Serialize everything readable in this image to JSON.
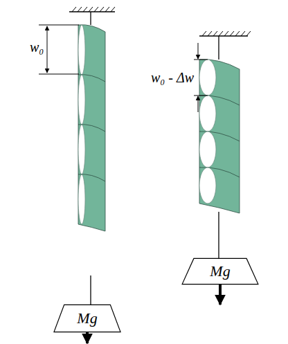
{
  "diagram": {
    "nodes": [
      {
        "text": [
          "Mg"
        ]
      },
      {
        "text": [
          "Mg"
        ]
      }
    ],
    "labels": [
      "w₀",
      "w₀ - Δw"
    ]
  }
}
